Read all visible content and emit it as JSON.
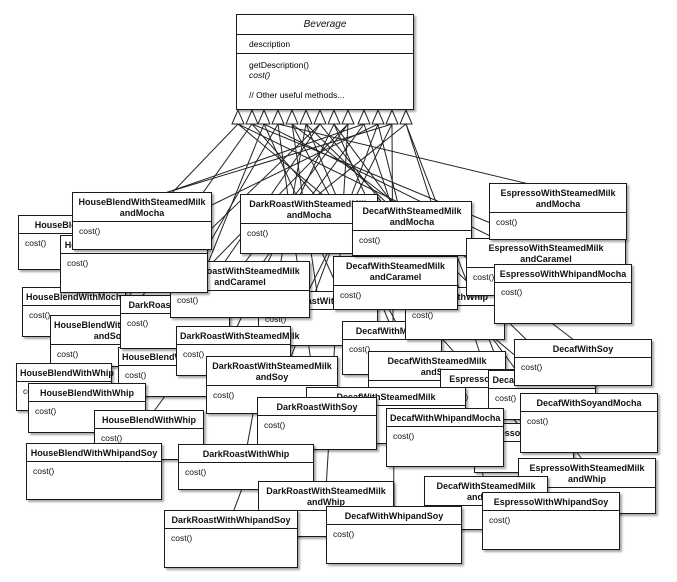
{
  "beverage": {
    "name": "Beverage",
    "attribute": "description",
    "methods": [
      "getDescription()",
      "cost()"
    ],
    "comment": "// Other useful methods..."
  },
  "subclasses": [
    {
      "name": "HouseBlendWithSoy",
      "method": "cost()"
    },
    {
      "name": "HouseBlendWithWhipandMocha",
      "method": "cost()"
    },
    {
      "name": "HouseBlendWithSteamedMilk\nandMocha",
      "method": "cost()"
    },
    {
      "name": "DarkRoastWithSteamedMilk\nandMocha",
      "method": "cost()"
    },
    {
      "name": "DecafWithSteamedMilk\nandMocha",
      "method": "cost()"
    },
    {
      "name": "EspressoWithSteamedMilk\nandMocha",
      "method": "cost()"
    },
    {
      "name": "EspressoWithSteamedMilk\nandCaramel",
      "method": "cost()"
    },
    {
      "name": "DarkRoastWithSteamedMilk\nandCaramel",
      "method": "cost()"
    },
    {
      "name": "DecafWithSteamedMilk\nandCaramel",
      "method": "cost()"
    },
    {
      "name": "EspressoWithWhipandMocha",
      "method": "cost()"
    },
    {
      "name": "HouseBlendWithMocha",
      "method": "cost()"
    },
    {
      "name": "HouseBlendWithWhip",
      "method": "cost()"
    },
    {
      "name": "DarkRoastWithWhip",
      "method": "cost()"
    },
    {
      "name": "DecafWithWhip",
      "method": "cost()"
    },
    {
      "name": "HouseBlendWithSteamedMilk\nandSoy",
      "method": "cost()"
    },
    {
      "name": "DarkRoastWithMocha",
      "method": "cost()"
    },
    {
      "name": "DecafWithMocha",
      "method": "cost()"
    },
    {
      "name": "HouseBlendWithSteamedMilk",
      "method": "cost()"
    },
    {
      "name": "DecafWithSoy",
      "method": "cost()"
    },
    {
      "name": "DarkRoastWithSteamedMilk\nandSoy",
      "method": "cost()"
    },
    {
      "name": "DecafWithSteamedMilk\nandSoy",
      "method": "cost()"
    },
    {
      "name": "EspressoWithSoy",
      "method": "cost()"
    },
    {
      "name": "HouseBlendWithWhip",
      "method": "cost()"
    },
    {
      "name": "DarkRoastWithSteamedMilk",
      "method": "cost()"
    },
    {
      "name": "DecafWithSteamedMilk",
      "method": "cost()"
    },
    {
      "name": "DecafWithSoyandMocha",
      "method": "cost()"
    },
    {
      "name": "HouseBlendWithWhip",
      "method": "cost()"
    },
    {
      "name": "DarkRoastWithSoy",
      "method": "cost()"
    },
    {
      "name": "DecafWithWhipandMocha",
      "method": "cost()"
    },
    {
      "name": "EspressoWithMocha",
      "method": "cost()"
    },
    {
      "name": "HouseBlendWithWhipandSoy",
      "method": "cost()"
    },
    {
      "name": "DarkRoastWithWhip",
      "method": "cost()"
    },
    {
      "name": "DecafWithSteamedMilk",
      "method": "cost()"
    },
    {
      "name": "EspressoWithSteamedMilk\nandWhip",
      "method": "cost()"
    },
    {
      "name": "DarkRoastWithSteamedMilk\nandWhip",
      "method": "cost()"
    },
    {
      "name": "DecafWithSteamedMilk\nandWhip",
      "method": "cost()"
    },
    {
      "name": "DarkRoastWithWhipandSoy",
      "method": "cost()"
    },
    {
      "name": "DecafWithWhipandSoy",
      "method": "cost()"
    },
    {
      "name": "EspressoWithWhipandSoy",
      "method": "cost()"
    }
  ]
}
